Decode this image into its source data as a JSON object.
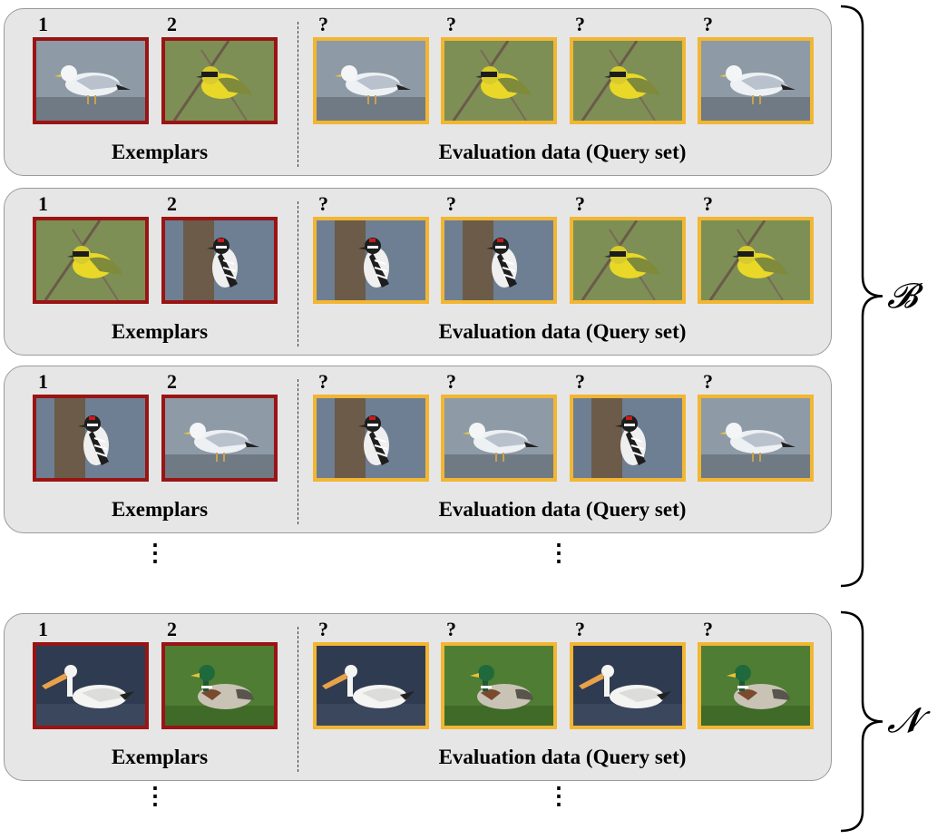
{
  "panels": [
    {
      "exemplar_numbers": [
        "1",
        "2"
      ],
      "query_marks": [
        "?",
        "?",
        "?",
        "?"
      ],
      "exemplars_label": "Exemplars",
      "query_label": "Evaluation data (Query set)",
      "exemplar_images": [
        "gull",
        "yellowthroat"
      ],
      "query_images": [
        "gull",
        "yellowthroat",
        "yellowthroat",
        "gull"
      ]
    },
    {
      "exemplar_numbers": [
        "1",
        "2"
      ],
      "query_marks": [
        "?",
        "?",
        "?",
        "?"
      ],
      "exemplars_label": "Exemplars",
      "query_label": "Evaluation data (Query set)",
      "exemplar_images": [
        "yellowthroat",
        "woodpecker"
      ],
      "query_images": [
        "woodpecker",
        "woodpecker",
        "yellowthroat",
        "yellowthroat"
      ]
    },
    {
      "exemplar_numbers": [
        "1",
        "2"
      ],
      "query_marks": [
        "?",
        "?",
        "?",
        "?"
      ],
      "exemplars_label": "Exemplars",
      "query_label": "Evaluation data (Query set)",
      "exemplar_images": [
        "woodpecker",
        "gull"
      ],
      "query_images": [
        "woodpecker",
        "gull",
        "woodpecker",
        "gull"
      ]
    },
    {
      "exemplar_numbers": [
        "1",
        "2"
      ],
      "query_marks": [
        "?",
        "?",
        "?",
        "?"
      ],
      "exemplars_label": "Exemplars",
      "query_label": "Evaluation data (Query set)",
      "exemplar_images": [
        "pelican",
        "mallard"
      ],
      "query_images": [
        "pelican",
        "mallard",
        "pelican",
        "mallard"
      ]
    }
  ],
  "ellipsis": "⋮",
  "base_set_symbol": "𝓑",
  "novel_set_symbol": "𝓝",
  "colors": {
    "exemplar_border": "#9a1414",
    "query_border": "#f2b632",
    "panel_bg": "#e6e6e6"
  }
}
